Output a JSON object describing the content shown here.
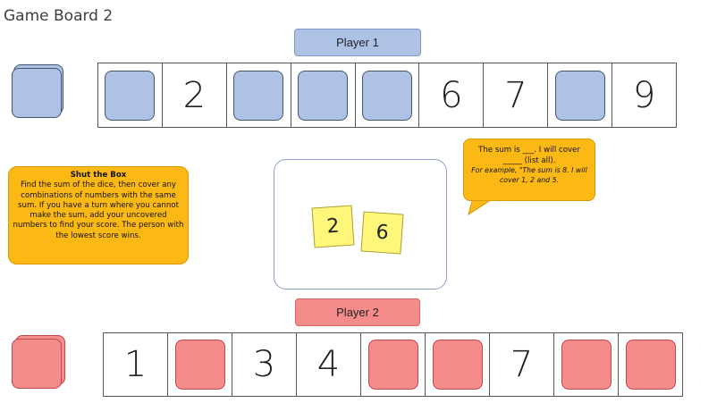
{
  "title": "Game Board 2",
  "player1": {
    "label": "Player 1",
    "cells": [
      {
        "type": "cover",
        "text": ""
      },
      {
        "type": "num",
        "text": "2"
      },
      {
        "type": "cover",
        "text": ""
      },
      {
        "type": "cover",
        "text": ""
      },
      {
        "type": "cover",
        "text": ""
      },
      {
        "type": "num",
        "text": "6"
      },
      {
        "type": "num",
        "text": "7"
      },
      {
        "type": "cover",
        "text": ""
      },
      {
        "type": "num",
        "text": "9"
      }
    ]
  },
  "player2": {
    "label": "Player 2",
    "cells": [
      {
        "type": "num",
        "text": "1"
      },
      {
        "type": "cover",
        "text": ""
      },
      {
        "type": "num",
        "text": "3"
      },
      {
        "type": "num",
        "text": "4"
      },
      {
        "type": "cover",
        "text": ""
      },
      {
        "type": "cover",
        "text": ""
      },
      {
        "type": "num",
        "text": "7"
      },
      {
        "type": "cover",
        "text": ""
      },
      {
        "type": "cover",
        "text": ""
      }
    ]
  },
  "rules": {
    "title": "Shut the Box",
    "text": "Find the sum of the dice, then cover any combinations of numbers with the same sum. If you have a turn where you cannot make the sum, add your uncovered numbers to find your score. The person with the lowest score wins."
  },
  "bubble": {
    "line1": "The sum is ___. I will cover _____ (list all).",
    "example": "For example, \"The sum is 8. I will cover 1, 2 and 5."
  },
  "dice": [
    "2",
    "6"
  ],
  "colors": {
    "player1": "#aec2e6",
    "player2": "#f48c8c",
    "note": "#fcb815",
    "die": "#fff67a"
  }
}
